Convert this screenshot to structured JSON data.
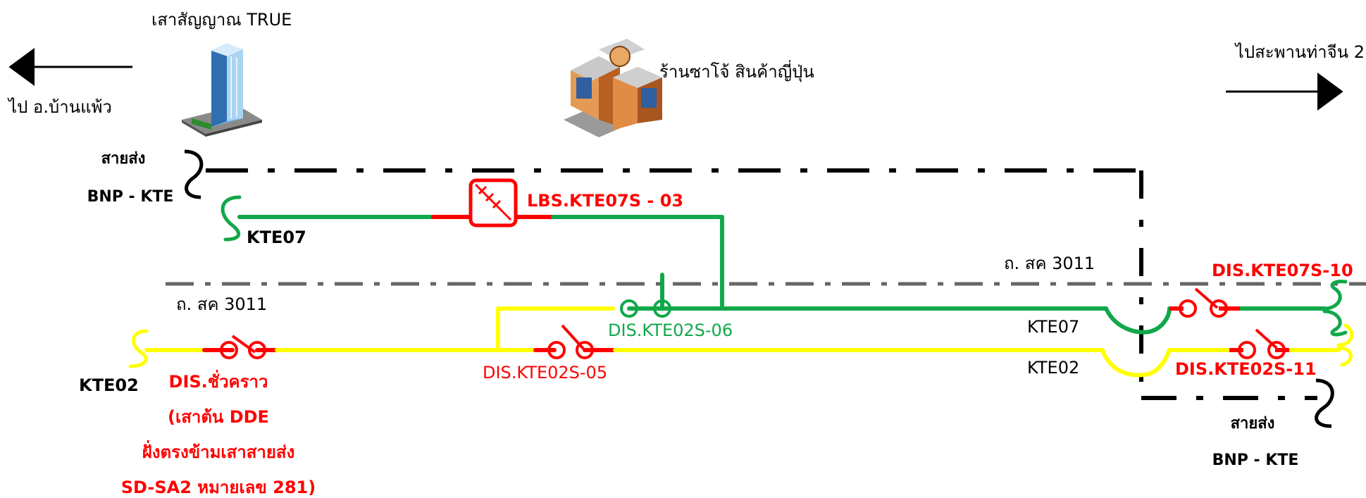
{
  "landmarks": {
    "tower_caption": "เสาสัญญาณ TRUE",
    "shop_caption": "ร้านซาโจ้ สินค้าญี่ปุ่น"
  },
  "directions": {
    "left": "ไป อ.บ้านแพ้ว",
    "right": "ไปสะพานท่าจีน 2"
  },
  "transmission": {
    "left_label_1": "สายส่ง",
    "left_label_2": "BNP - KTE",
    "right_label_1": "สายส่ง",
    "right_label_2": "BNP - KTE"
  },
  "roads": {
    "road_label_right": "ถ. สค 3011",
    "road_label_left": "ถ. สค 3011"
  },
  "feeders": {
    "kte07_left": "KTE07",
    "kte07_right": "KTE07",
    "kte02_left": "KTE02",
    "kte02_right": "KTE02"
  },
  "switches": {
    "lbs": "LBS.KTE07S - 03",
    "dis_06": "DIS.KTE02S-06",
    "dis_05": "DIS.KTE02S-05",
    "dis_10": "DIS.KTE07S-10",
    "dis_11": "DIS.KTE02S-11",
    "temp_1": "DIS.ชั่วคราว",
    "temp_2": "(เสาต้น DDE",
    "temp_3": "ฝั่งตรงข้ามเสาสายส่ง",
    "temp_4": "SD-SA2 หมายเลข 281)"
  },
  "colors": {
    "kte07_line": "#11a84a",
    "kte02_line": "#ffff00",
    "switch_red": "#ff0000",
    "transmission_line": "#000000",
    "road_line": "#666666"
  }
}
